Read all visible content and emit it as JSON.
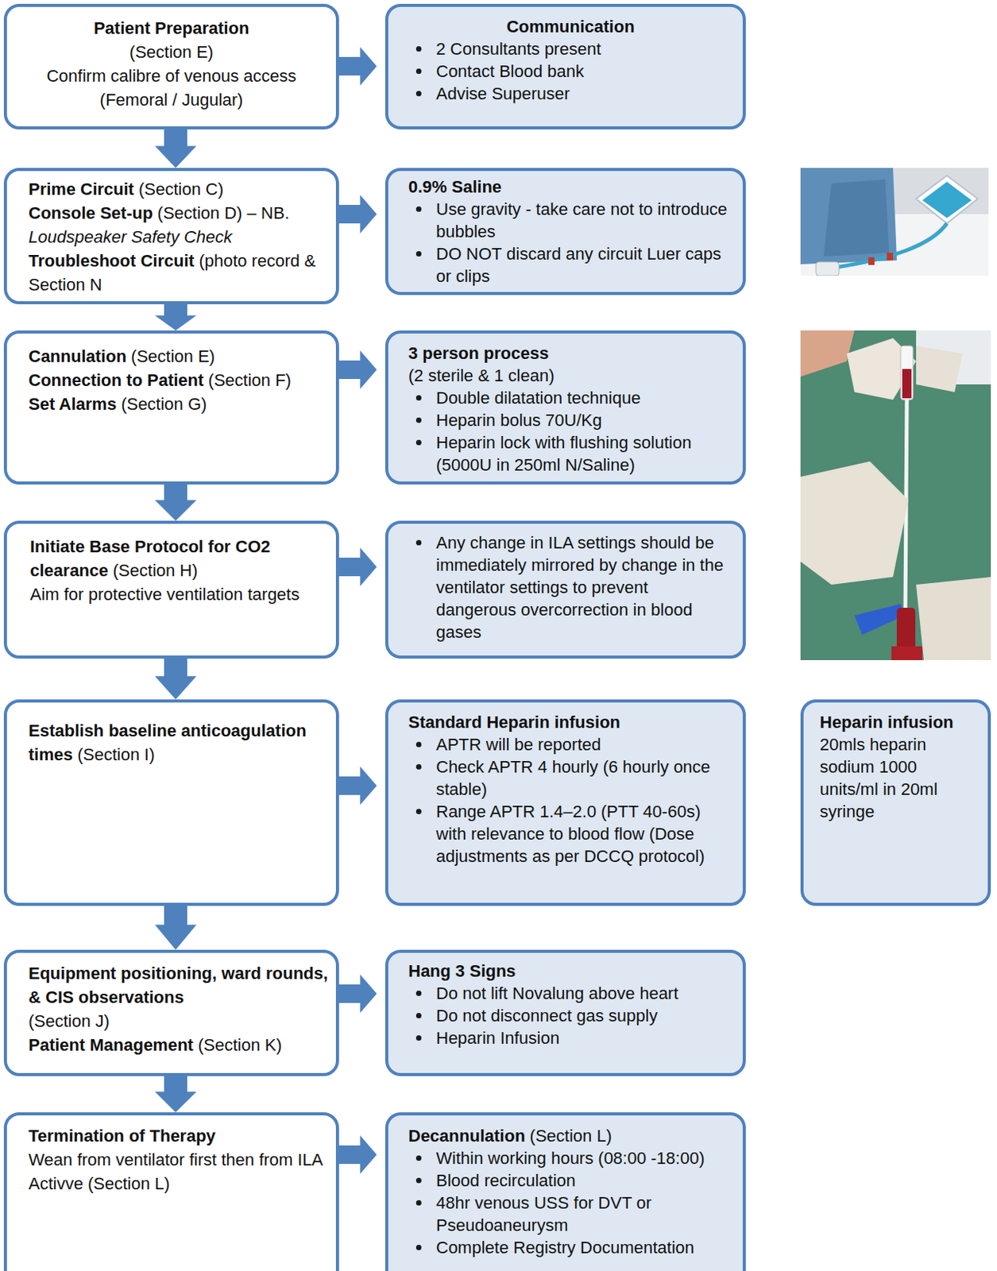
{
  "diagram": {
    "nodes": [
      {
        "text": [
          "Patient Preparation",
          "(Section E)",
          "Confirm calibre of venous access (Femoral / Jugular)"
        ]
      },
      {
        "text": [
          "Communication",
          "2 Consultants present",
          "Contact Blood bank",
          "Advise Superuser"
        ]
      },
      {
        "text": [
          "Prime Circuit",
          "(Section C)",
          "Console Set-up",
          "(Section D) – NB.",
          "Loudspeaker Safety Check",
          "Troubleshoot Circuit",
          "(photo record & Section N"
        ]
      },
      {
        "text": [
          "0.9% Saline",
          "Use gravity - take care not to introduce bubbles",
          "DO NOT discard any circuit Luer caps or clips"
        ]
      },
      {
        "text": [
          "Cannulation",
          "(Section E)",
          "Connection to Patient",
          "(Section F)",
          "Set Alarms",
          "(Section G)"
        ]
      },
      {
        "text": [
          "3 person process",
          "(2 sterile & 1 clean)",
          "Double dilatation technique",
          "Heparin bolus 70U/Kg",
          "Heparin lock with flushing solution (5000U in 250ml N/Saline)"
        ]
      },
      {
        "text": [
          "Initiate Base Protocol for CO2 clearance",
          "(Section H)",
          "Aim for protective ventilation targets"
        ]
      },
      {
        "text": [
          "Any change in ILA settings should be immediately mirrored by change in the ventilator settings to prevent dangerous overcorrection in blood gases"
        ]
      },
      {
        "text": [
          "Establish baseline anticoagulation times",
          "(Section I)"
        ]
      },
      {
        "text": [
          "Standard Heparin infusion",
          "APTR will be reported",
          "Check APTR 4 hourly (6 hourly once stable)",
          "Range APTR 1.4–2.0 (PTT 40-60s) with relevance to blood flow (Dose adjustments as per DCCQ protocol)"
        ]
      },
      {
        "text": [
          "Heparin infusion",
          "20mls heparin sodium 1000 units/ml in 20ml syringe"
        ]
      },
      {
        "text": [
          "Equipment positioning, ward rounds, & CIS observations",
          "(Section J)",
          "Patient Management",
          "(Section K)"
        ]
      },
      {
        "text": [
          "Hang 3 Signs",
          "Do not lift Novalung above heart",
          "Do not disconnect gas supply",
          "Heparin Infusion"
        ]
      },
      {
        "text": [
          "Termination of Therapy",
          "Wean from ventilator first then from ILA Activve (Section L)"
        ]
      },
      {
        "text": [
          "Decannulation",
          "(Section L)",
          "Within working hours (08:00 -18:00)",
          "Blood recirculation",
          "48hr venous USS for DVT or Pseudoaneurysm",
          "Complete Registry Documentation"
        ]
      }
    ],
    "edges": [
      {
        "from": 0,
        "to": 1,
        "arrow": "to"
      },
      {
        "from": 0,
        "to": 2,
        "arrow": "to"
      },
      {
        "from": 2,
        "to": 3,
        "arrow": "to"
      },
      {
        "from": 2,
        "to": 4,
        "arrow": "to"
      },
      {
        "from": 4,
        "to": 5,
        "arrow": "to"
      },
      {
        "from": 4,
        "to": 6,
        "arrow": "to"
      },
      {
        "from": 6,
        "to": 7,
        "arrow": "to"
      },
      {
        "from": 6,
        "to": 8,
        "arrow": "to"
      },
      {
        "from": 8,
        "to": 9,
        "arrow": "to"
      },
      {
        "from": 8,
        "to": 11,
        "arrow": "to"
      },
      {
        "from": 11,
        "to": 12,
        "arrow": "to"
      },
      {
        "from": 11,
        "to": 13,
        "arrow": "to"
      },
      {
        "from": 13,
        "to": 14,
        "arrow": "to"
      }
    ]
  }
}
